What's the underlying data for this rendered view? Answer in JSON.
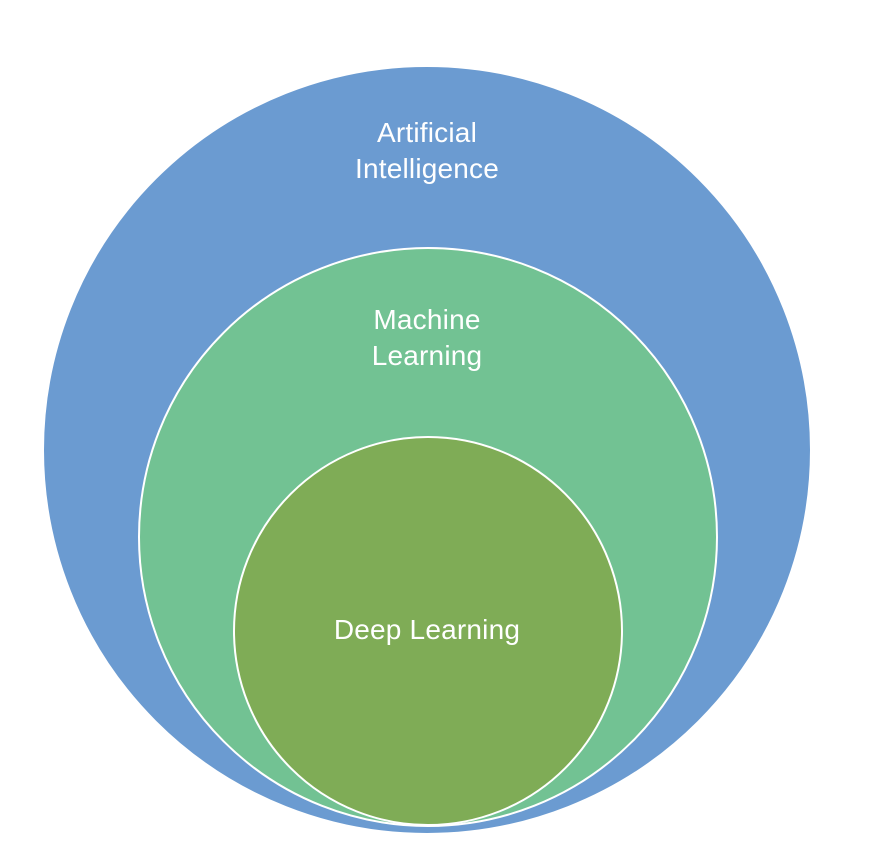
{
  "diagram": {
    "outer": {
      "label": "Artificial\nIntelligence",
      "color": "#6b9bd1"
    },
    "middle": {
      "label": "Machine\nLearning",
      "color": "#72c293"
    },
    "inner": {
      "label": "Deep Learning",
      "color": "#7fac56"
    },
    "text_color": "#ffffff",
    "border_color": "#ffffff"
  }
}
